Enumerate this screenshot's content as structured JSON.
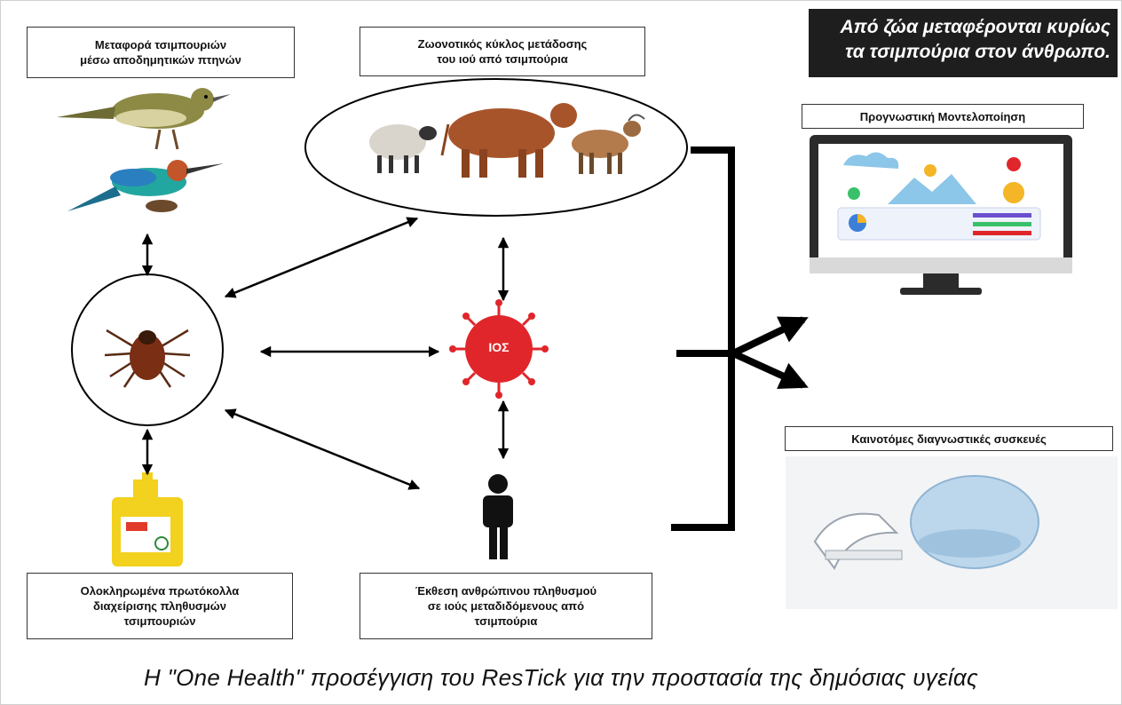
{
  "banner": {
    "text": "Από ζώα μεταφέρονται κυρίως\nτα τσιμπούρια στον άνθρωπο."
  },
  "boxes": {
    "birds": "Μεταφορά τσιμπουριών\nμέσω αποδημητικών πτηνών",
    "zoonotic": "Ζωονοτικός κύκλος μετάδοσης\nτου ιού από τσιμπούρια",
    "protocols": "Ολοκληρωμένα πρωτόκολλα\nδιαχείρισης πληθυσμών\nτσιμπουριών",
    "exposure": "Έκθεση ανθρώπινου πληθυσμού\nσε ιούς μεταδιδόμενους από\nτσιμπούρια",
    "modeling": "Προγνωστική Μοντελοποίηση",
    "devices": "Καινοτόμες διαγνωστικές συσκευές"
  },
  "virus_label": "ΙΟΣ",
  "caption": "Η \"One Health\" προσέγγιση του ResTick για την προστασία της δημόσιας υγείας",
  "icons": [
    "warbler-bird-icon",
    "bee-eater-bird-icon",
    "sheep-icon",
    "cow-icon",
    "goat-icon",
    "tick-icon",
    "virus-icon",
    "person-icon",
    "spray-bottle-icon",
    "computer-monitor-icon",
    "diagnostic-device-icon"
  ],
  "colors": {
    "banner_bg": "#1e1e1e",
    "virus": "#e0262b",
    "line": "#000000"
  }
}
